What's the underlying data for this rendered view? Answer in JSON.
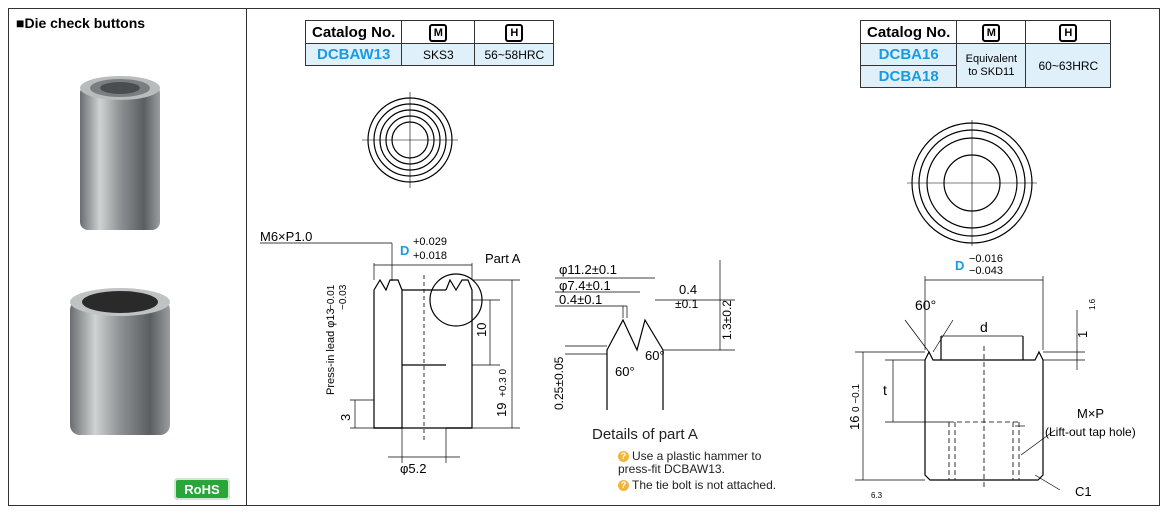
{
  "section_title": "■Die check buttons",
  "rohs_label": "RoHS",
  "table1": {
    "header": [
      "Catalog No.",
      "M",
      "H"
    ],
    "row": {
      "catalog": "DCBAW13",
      "material": "SKS3",
      "hardness": "56~58HRC"
    }
  },
  "table2": {
    "header": [
      "Catalog No.",
      "M",
      "H"
    ],
    "catalogs": [
      "DCBA16",
      "DCBA18"
    ],
    "material": "Equivalent to SKD11",
    "hardness": "60~63HRC"
  },
  "drawing1": {
    "thread": "M6×P1.0",
    "dim_d_label": "D",
    "dim_d_tol_upper": "+0.029",
    "dim_d_tol_lower": "+0.018",
    "part_a": "Part A",
    "press_in_lead": "Press-in lead φ13",
    "tol_upper": "−0.01",
    "tol_lower": "−0.03",
    "dim_3": "3",
    "dim_10": "10",
    "dim_19": "19",
    "dim_19_tol": "+0.3 0",
    "dim_phi52": "φ5.2"
  },
  "detail_a": {
    "phi112": "φ11.2±0.1",
    "phi74": "φ7.4±0.1",
    "w04": "0.4±0.1",
    "d04": "0.4",
    "d04_tol": "±0.1",
    "h13": "1.3±0.2",
    "h025": "0.25±0.05",
    "angle1": "60°",
    "angle2": "60°",
    "caption": "Details of part A",
    "notes": [
      "Use a plastic hammer to press-fit DCBAW13.",
      "The tie bolt is not attached."
    ]
  },
  "drawing2": {
    "dim_d_label": "D",
    "dim_d_tol_upper": "−0.016",
    "dim_d_tol_lower": "−0.043",
    "angle": "60°",
    "d": "d",
    "t": "t",
    "one": "1",
    "dim16": "16",
    "dim16_tol": "0 −0.1",
    "mxp": "M×P",
    "lift_out": "(Lift-out tap hole)",
    "c1": "C1",
    "surface1": "1.6",
    "surface2": "6.3"
  }
}
